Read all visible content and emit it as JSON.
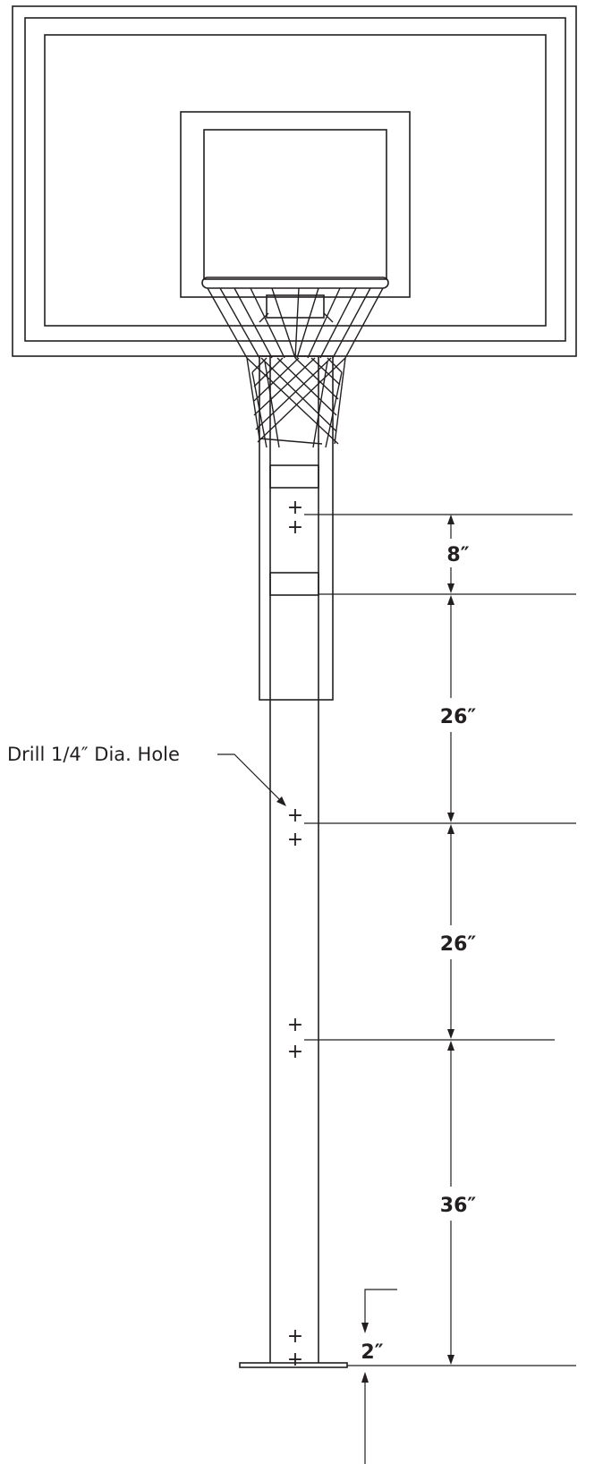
{
  "diagram": {
    "note": "Drill 1/4″ Dia. Hole",
    "dimensions": [
      {
        "label": "8″"
      },
      {
        "label": "26″"
      },
      {
        "label": "26″"
      },
      {
        "label": "36″"
      },
      {
        "label": "2″"
      }
    ],
    "hole_mark": "+",
    "colors": {
      "ink": "#231f20",
      "background": "#ffffff"
    }
  }
}
